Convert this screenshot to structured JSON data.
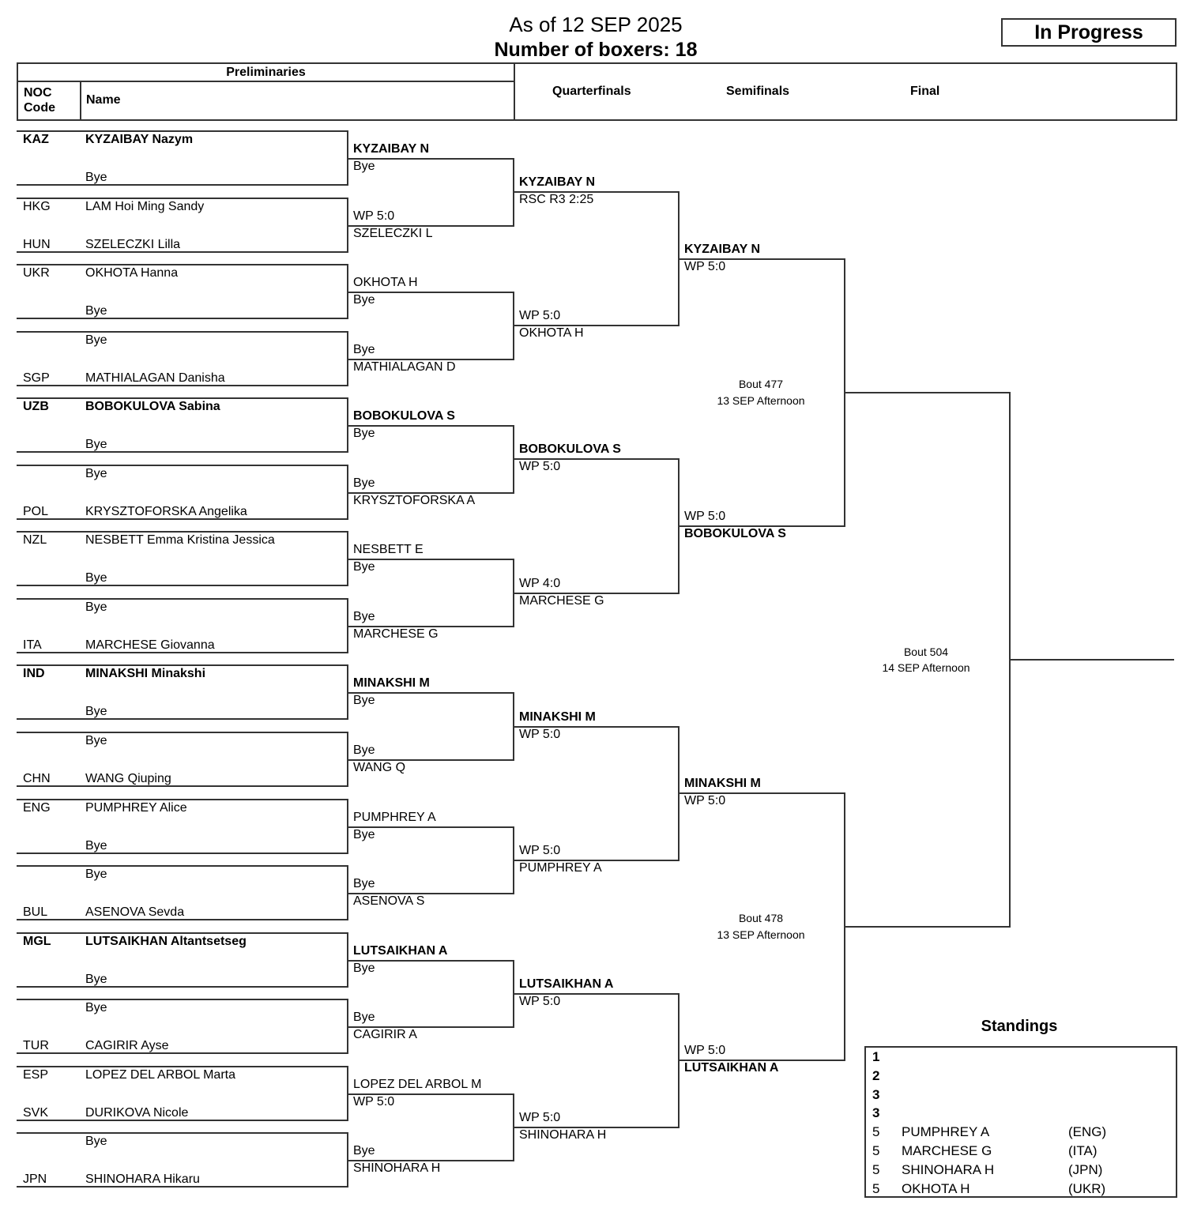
{
  "header": {
    "as_of": "As of 12 SEP 2025",
    "num_boxers": "Number of boxers: 18",
    "status": "In Progress",
    "preliminaries": "Preliminaries",
    "noc_code_line1": "NOC",
    "noc_code_line2": "Code",
    "name": "Name",
    "quarterfinals": "Quarterfinals",
    "semifinals": "Semifinals",
    "final": "Final"
  },
  "entries": [
    {
      "noc": "KAZ",
      "name": "KYZAIBAY Nazym",
      "bold": true
    },
    {
      "noc": "",
      "name": "Bye",
      "bold": false
    },
    {
      "noc": "HKG",
      "name": "LAM Hoi Ming Sandy",
      "bold": false
    },
    {
      "noc": "HUN",
      "name": "SZELECZKI Lilla",
      "bold": false
    },
    {
      "noc": "UKR",
      "name": "OKHOTA Hanna",
      "bold": false
    },
    {
      "noc": "",
      "name": "Bye",
      "bold": false
    },
    {
      "noc": "",
      "name": "Bye",
      "bold": false
    },
    {
      "noc": "SGP",
      "name": "MATHIALAGAN Danisha",
      "bold": false
    },
    {
      "noc": "UZB",
      "name": "BOBOKULOVA Sabina",
      "bold": true
    },
    {
      "noc": "",
      "name": "Bye",
      "bold": false
    },
    {
      "noc": "",
      "name": "Bye",
      "bold": false
    },
    {
      "noc": "POL",
      "name": "KRYSZTOFORSKA Angelika",
      "bold": false
    },
    {
      "noc": "NZL",
      "name": "NESBETT Emma Kristina Jessica",
      "bold": false
    },
    {
      "noc": "",
      "name": "Bye",
      "bold": false
    },
    {
      "noc": "",
      "name": "Bye",
      "bold": false
    },
    {
      "noc": "ITA",
      "name": "MARCHESE Giovanna",
      "bold": false
    },
    {
      "noc": "IND",
      "name": "MINAKSHI Minakshi",
      "bold": true
    },
    {
      "noc": "",
      "name": "Bye",
      "bold": false
    },
    {
      "noc": "",
      "name": "Bye",
      "bold": false
    },
    {
      "noc": "CHN",
      "name": "WANG Qiuping",
      "bold": false
    },
    {
      "noc": "ENG",
      "name": "PUMPHREY Alice",
      "bold": false
    },
    {
      "noc": "",
      "name": "Bye",
      "bold": false
    },
    {
      "noc": "",
      "name": "Bye",
      "bold": false
    },
    {
      "noc": "BUL",
      "name": "ASENOVA Sevda",
      "bold": false
    },
    {
      "noc": "MGL",
      "name": "LUTSAIKHAN Altantsetseg",
      "bold": true
    },
    {
      "noc": "",
      "name": "Bye",
      "bold": false
    },
    {
      "noc": "",
      "name": "Bye",
      "bold": false
    },
    {
      "noc": "TUR",
      "name": "CAGIRIR Ayse",
      "bold": false
    },
    {
      "noc": "ESP",
      "name": "LOPEZ DEL ARBOL Marta",
      "bold": false
    },
    {
      "noc": "SVK",
      "name": "DURIKOVA Nicole",
      "bold": false
    },
    {
      "noc": "",
      "name": "Bye",
      "bold": false
    },
    {
      "noc": "JPN",
      "name": "SHINOHARA Hikaru",
      "bold": false
    }
  ],
  "round_of_16": [
    {
      "top": "KYZAIBAY N",
      "top_bold": true,
      "result": "Bye",
      "bottom": ""
    },
    {
      "top": "",
      "result": "WP 5:0",
      "bottom": "SZELECZKI L"
    },
    {
      "top": "OKHOTA H",
      "top_bold": false,
      "result": "Bye",
      "bottom": ""
    },
    {
      "top": "",
      "result": "Bye",
      "bottom": "MATHIALAGAN D"
    },
    {
      "top": "BOBOKULOVA S",
      "top_bold": true,
      "result": "Bye",
      "bottom": ""
    },
    {
      "top": "",
      "result": "Bye",
      "bottom": "KRYSZTOFORSKA A"
    },
    {
      "top": "NESBETT E",
      "top_bold": false,
      "result": "Bye",
      "bottom": ""
    },
    {
      "top": "",
      "result": "Bye",
      "bottom": "MARCHESE G"
    },
    {
      "top": "MINAKSHI M",
      "top_bold": true,
      "result": "Bye",
      "bottom": ""
    },
    {
      "top": "",
      "result": "Bye",
      "bottom": "WANG Q"
    },
    {
      "top": "PUMPHREY A",
      "top_bold": false,
      "result": "Bye",
      "bottom": ""
    },
    {
      "top": "",
      "result": "Bye",
      "bottom": "ASENOVA S"
    },
    {
      "top": "LUTSAIKHAN A",
      "top_bold": true,
      "result": "Bye",
      "bottom": ""
    },
    {
      "top": "",
      "result": "Bye",
      "bottom": "CAGIRIR A"
    },
    {
      "top": "LOPEZ DEL ARBOL M",
      "top_bold": false,
      "result": "WP 5:0",
      "bottom": ""
    },
    {
      "top": "",
      "result": "Bye",
      "bottom": "SHINOHARA H"
    }
  ],
  "quarterfinals": [
    {
      "name": "KYZAIBAY N",
      "bold": true,
      "result": "RSC R3 2:25",
      "pos": "top"
    },
    {
      "name": "OKHOTA H",
      "bold": false,
      "result": "WP 5:0",
      "pos": "bottom"
    },
    {
      "name": "BOBOKULOVA S",
      "bold": true,
      "result": "WP 5:0",
      "pos": "top"
    },
    {
      "name": "MARCHESE G",
      "bold": false,
      "result": "WP 4:0",
      "pos": "bottom"
    },
    {
      "name": "MINAKSHI M",
      "bold": true,
      "result": "WP 5:0",
      "pos": "top"
    },
    {
      "name": "PUMPHREY A",
      "bold": false,
      "result": "WP 5:0",
      "pos": "bottom"
    },
    {
      "name": "LUTSAIKHAN A",
      "bold": true,
      "result": "WP 5:0",
      "pos": "top"
    },
    {
      "name": "SHINOHARA H",
      "bold": false,
      "result": "WP 5:0",
      "pos": "bottom"
    }
  ],
  "semifinals": [
    {
      "name": "KYZAIBAY N",
      "bold": true,
      "result": "WP 5:0",
      "pos": "top"
    },
    {
      "name": "BOBOKULOVA S",
      "bold": true,
      "result": "WP 5:0",
      "pos": "bottom"
    },
    {
      "name": "MINAKSHI M",
      "bold": true,
      "result": "WP 5:0",
      "pos": "top"
    },
    {
      "name": "LUTSAIKHAN A",
      "bold": true,
      "result": "WP 5:0",
      "pos": "bottom"
    }
  ],
  "bouts": [
    {
      "label": "Bout  477",
      "when": "13 SEP Afternoon"
    },
    {
      "label": "Bout  478",
      "when": "13 SEP Afternoon"
    },
    {
      "label": "Bout  504",
      "when": "14 SEP Afternoon"
    }
  ],
  "standings": {
    "title": "Standings",
    "rows": [
      {
        "rank": "1",
        "name": "",
        "noc": "",
        "bold": true
      },
      {
        "rank": "2",
        "name": "",
        "noc": "",
        "bold": true
      },
      {
        "rank": "3",
        "name": "",
        "noc": "",
        "bold": true
      },
      {
        "rank": "3",
        "name": "",
        "noc": "",
        "bold": true
      },
      {
        "rank": "5",
        "name": "PUMPHREY A",
        "noc": "(ENG)",
        "bold": false
      },
      {
        "rank": "5",
        "name": "MARCHESE G",
        "noc": "(ITA)",
        "bold": false
      },
      {
        "rank": "5",
        "name": "SHINOHARA H",
        "noc": "(JPN)",
        "bold": false
      },
      {
        "rank": "5",
        "name": "OKHOTA H",
        "noc": "(UKR)",
        "bold": false
      }
    ]
  }
}
